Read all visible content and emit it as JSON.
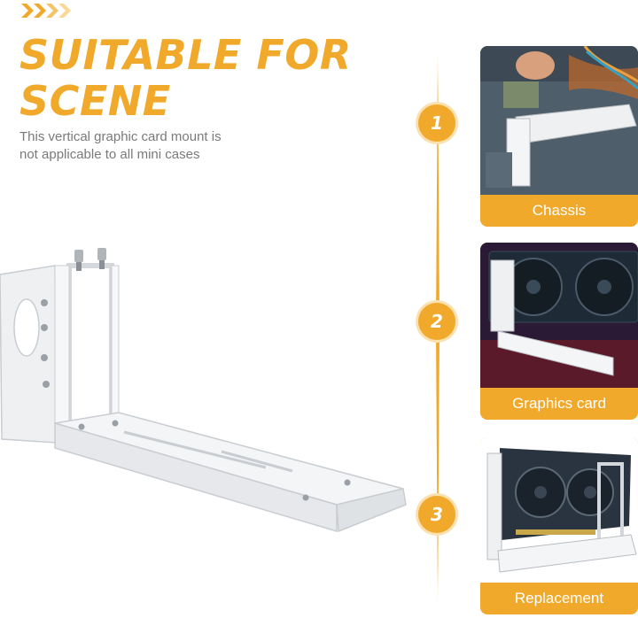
{
  "headline": {
    "line1": "SUITABLE FOR",
    "line2": "SCENE"
  },
  "note": {
    "line1": "This vertical graphic card mount is",
    "line2": "not applicable to all mini cases"
  },
  "steps": [
    {
      "number": "1",
      "caption": "Chassis"
    },
    {
      "number": "2",
      "caption": "Graphics card"
    },
    {
      "number": "3",
      "caption": "Replacement"
    }
  ],
  "colors": {
    "accent": "#f0a92a",
    "accent_light": "#fbe1b0",
    "text_gray": "#7a7a7a"
  }
}
